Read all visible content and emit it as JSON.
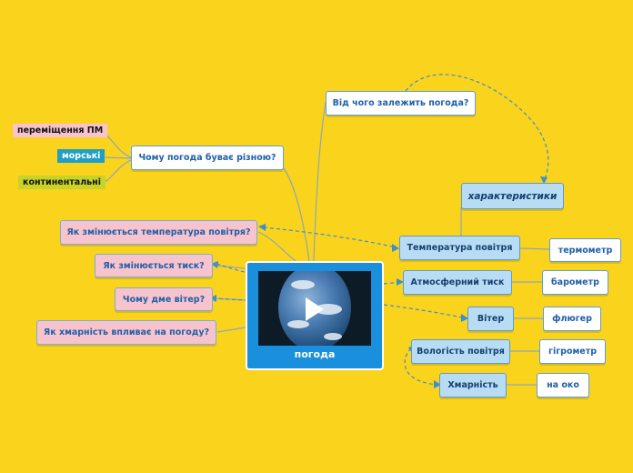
{
  "central": {
    "title": "погода",
    "image": "earth-globe-video-thumbnail",
    "icon": "play-icon"
  },
  "right": {
    "question": "Від чого залежить погода?",
    "characteristics": "характеристики",
    "items": [
      {
        "label": "Температура повітря",
        "instrument": "термометр"
      },
      {
        "label": "Атмосферний тиск",
        "instrument": "барометр"
      },
      {
        "label": "Вітер",
        "instrument": "флюгер"
      },
      {
        "label": "Вологість повітря",
        "instrument": "гігрометр"
      },
      {
        "label": "Хмарність",
        "instrument": "на око"
      }
    ]
  },
  "left": {
    "question": "Чому погода буває різною?",
    "tags": [
      {
        "label": "переміщення ПМ",
        "color": "#f7c3cd"
      },
      {
        "label": "морські",
        "color": "#1f9fc5"
      },
      {
        "label": "континентальні",
        "color": "#c8d32a"
      }
    ],
    "pink_items": [
      "Як змінюється температура повітря?",
      "Як змінюється тиск?",
      "Чому дме вітер?",
      "Як хмарність впливає на погоду?"
    ]
  },
  "colors": {
    "background": "#fad31c",
    "central": "#1a8fdc",
    "connector": "#5b9bd0",
    "node_text": "#1f5fa8"
  }
}
